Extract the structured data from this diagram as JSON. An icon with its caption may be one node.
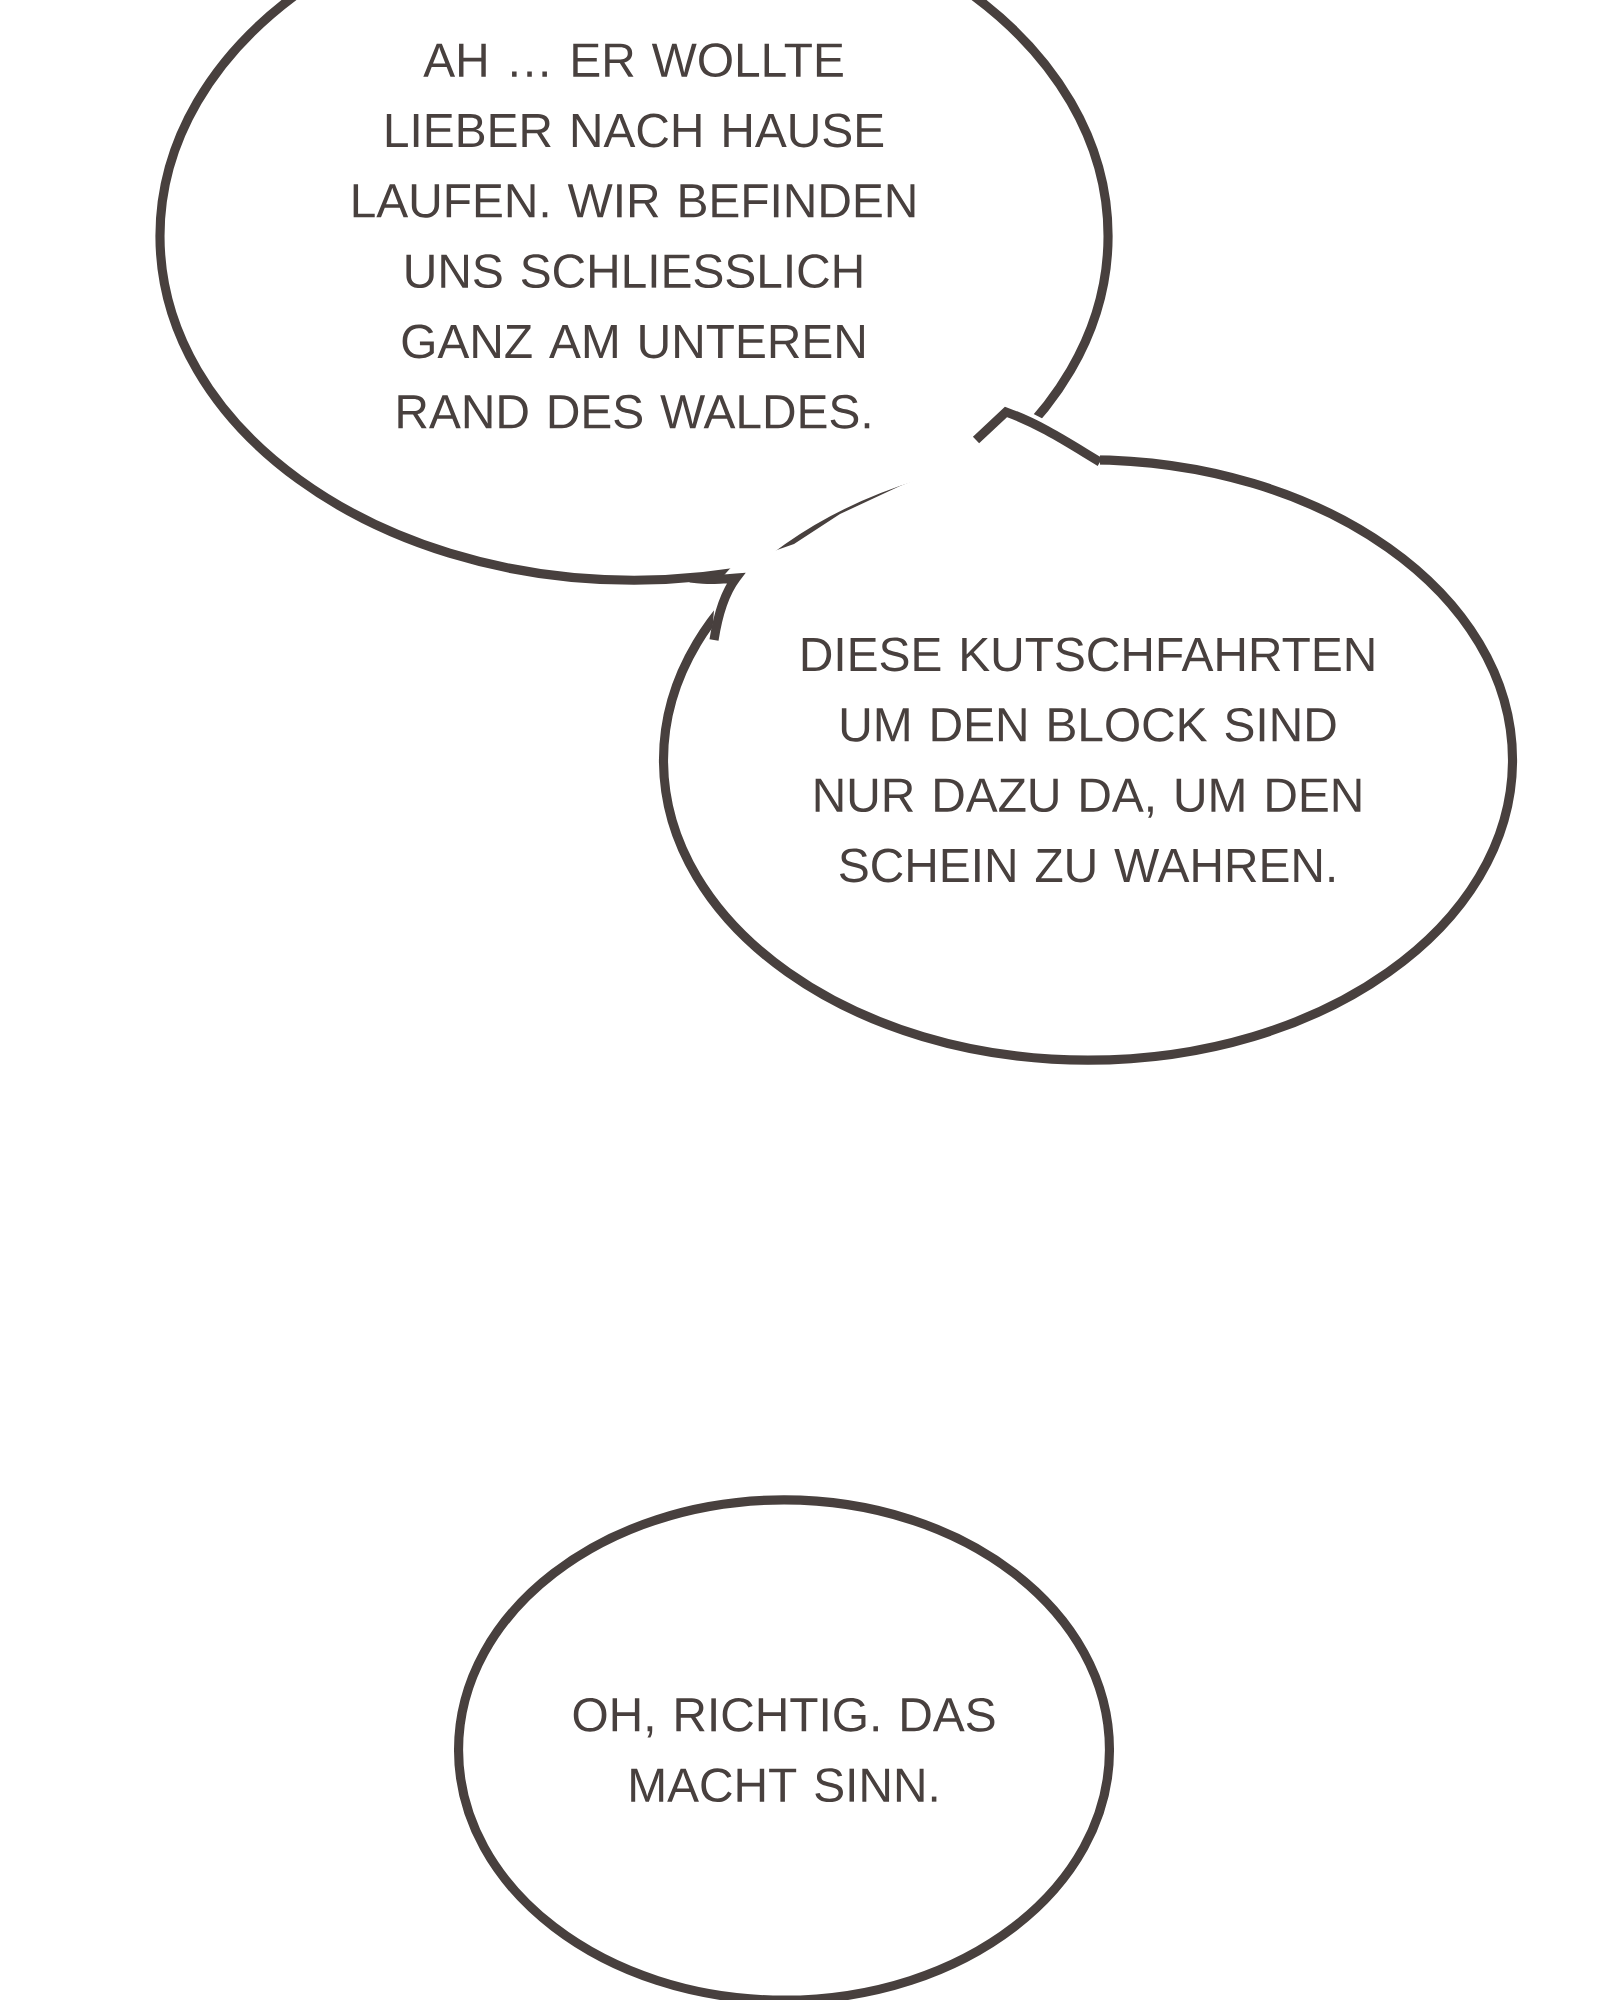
{
  "diagram": {
    "nodes": [
      {
        "text": [
          "AH … ER WOLLTE LIEBER NACH HAUSE LAUFEN. WIR BEFINDEN UNS SCHLIESSLICH GANZ AM UNTEREN RAND DES WALDES."
        ]
      },
      {
        "text": [
          "DIESE KUTSCHFAHRTEN UM DEN BLOCK SIND NUR DAZU DA, UM DEN SCHEIN ZU WAHREN."
        ]
      },
      {
        "text": [
          "OH, RICHTIG. DAS MACHT SINN."
        ]
      }
    ]
  }
}
